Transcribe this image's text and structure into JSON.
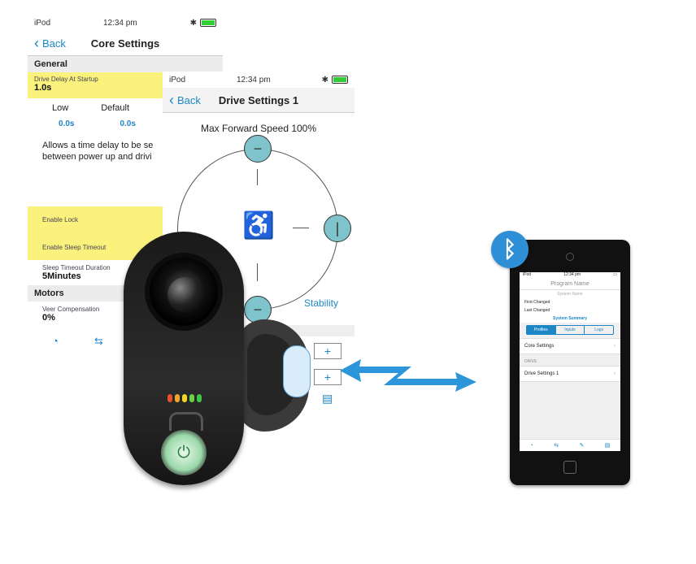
{
  "core": {
    "status": {
      "carrier": "iPod",
      "time": "12:34 pm"
    },
    "nav": {
      "back": "Back",
      "title": "Core Settings"
    },
    "section_general": "General",
    "drive_delay": {
      "label": "Drive Delay At Startup",
      "value": "1.0s"
    },
    "low_label": "Low",
    "default_label": "Default",
    "low_value": "0.0s",
    "default_value": "0.0s",
    "description_line1": "Allows a time delay to be se",
    "description_line2": "between power up and drivi",
    "enable_lock": "Enable Lock",
    "enable_sleep": "Enable Sleep Timeout",
    "sleep_duration": {
      "label": "Sleep Timeout Duration",
      "value": "5Minutes"
    },
    "section_motors": "Motors",
    "veer": {
      "label": "Veer Compensation",
      "value": "0%"
    }
  },
  "drive": {
    "status": {
      "carrier": "iPod",
      "time": "12:34 pm"
    },
    "nav": {
      "back": "Back",
      "title": "Drive Settings 1"
    },
    "max_speed": "Max Forward Speed 100%",
    "stability": "Stability"
  },
  "phone": {
    "status": {
      "carrier": "iPod",
      "time": "12:34 pm"
    },
    "program_name": "Program Name",
    "system_name": "System Name",
    "first_changed": "First Changed",
    "last_changed": "Last Changed",
    "summary": "System Summary",
    "segments": [
      "Profiles",
      "Inputs",
      "Logs"
    ],
    "core_settings": "Core Settings",
    "drive_section": "DRIVE",
    "drive_settings": "Drive Settings 1"
  },
  "colors": {
    "accent": "#1d86c4",
    "highlight": "#fbf27e",
    "knob": "#7fc3cc",
    "bluetooth": "#2f8fd6"
  },
  "icons": [
    "chevron-left-icon",
    "bluetooth-icon",
    "wheelchair-icon",
    "signal-icon",
    "swap-icon",
    "document-icon",
    "plus-icon",
    "power-icon"
  ]
}
